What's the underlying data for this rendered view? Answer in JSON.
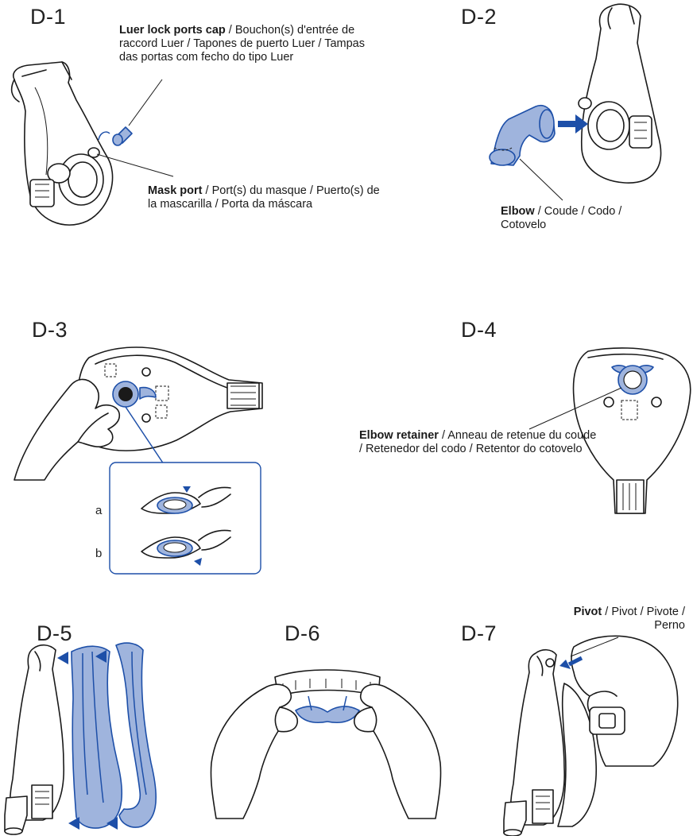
{
  "steps": {
    "d1": "D-1",
    "d2": "D-2",
    "d3": "D-3",
    "d4": "D-4",
    "d5": "D-5",
    "d6": "D-6",
    "d7": "D-7"
  },
  "labels": {
    "luer_bold": "Luer lock ports cap",
    "luer_rest": " / Bouchon(s) d'entrée de raccord Luer / Tapones de puerto Luer / Tampas das portas com fecho do tipo Luer",
    "mask_port_bold": "Mask port",
    "mask_port_rest": " / Port(s) du masque / Puerto(s) de la mascarilla / Porta da máscara",
    "elbow_bold": "Elbow",
    "elbow_rest": " / Coude / Codo / Cotovelo",
    "retainer_bold": "Elbow retainer",
    "retainer_rest": " / Anneau de retenue du coude / Retenedor del codo / Retentor do cotovelo",
    "pivot_bold": "Pivot",
    "pivot_rest": " / Pivot / Pivote / Perno",
    "sub_a": "a",
    "sub_b": "b"
  },
  "colors": {
    "accent_blue": "#1d4fa8",
    "accent_fill": "#9fb4dd",
    "line": "#1a1a1a"
  }
}
